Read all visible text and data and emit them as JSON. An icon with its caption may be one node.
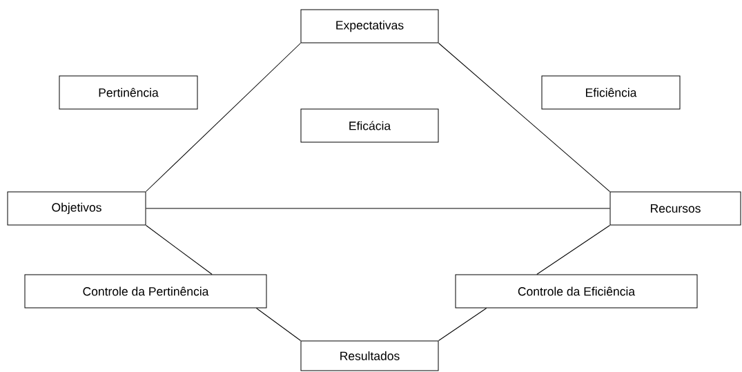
{
  "diagram": {
    "nodes": [
      {
        "text": [
          "Expectativas"
        ]
      },
      {
        "text": [
          "Pertinência"
        ]
      },
      {
        "text": [
          "Eficiência"
        ]
      },
      {
        "text": [
          "Eficácia"
        ]
      },
      {
        "text": [
          "Objetivos"
        ]
      },
      {
        "text": [
          "Recursos"
        ]
      },
      {
        "text": [
          "Controle da Pertinência"
        ]
      },
      {
        "text": [
          "Controle da Eficiência"
        ]
      },
      {
        "text": [
          "Resultados"
        ]
      }
    ],
    "edges": [
      {
        "from": 4,
        "to": 0,
        "arrow": "none"
      },
      {
        "from": 0,
        "to": 5,
        "arrow": "none"
      },
      {
        "from": 4,
        "to": 5,
        "arrow": "none"
      },
      {
        "from": 4,
        "to": 6,
        "arrow": "none"
      },
      {
        "from": 6,
        "to": 8,
        "arrow": "none"
      },
      {
        "from": 8,
        "to": 7,
        "arrow": "none"
      },
      {
        "from": 7,
        "to": 5,
        "arrow": "none"
      }
    ]
  }
}
